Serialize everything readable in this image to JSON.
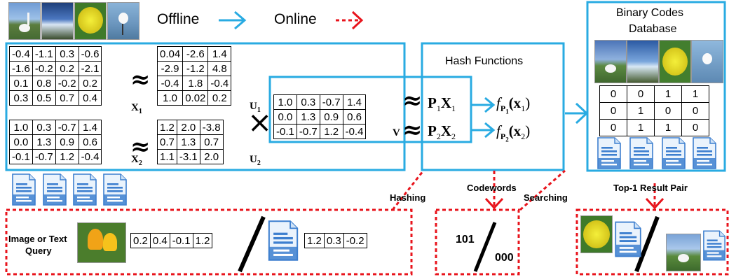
{
  "legend": {
    "offline_label": "Offline",
    "online_label": "Online"
  },
  "matrices": {
    "X1": {
      "label": "X",
      "sub": "1",
      "rows": [
        [
          "-0.4",
          "-1.1",
          "0.3",
          "-0.6"
        ],
        [
          "-1.6",
          "-0.2",
          "0.2",
          "-2.1"
        ],
        [
          "0.1",
          "0.8",
          "-0.2",
          "0.2"
        ],
        [
          "0.3",
          "0.5",
          "0.7",
          "0.4"
        ]
      ]
    },
    "X2": {
      "label": "X",
      "sub": "2",
      "rows": [
        [
          "1.0",
          "0.3",
          "-0.7",
          "1.4"
        ],
        [
          "0.0",
          "1.3",
          "0.9",
          "0.6"
        ],
        [
          "-0.1",
          "-0.7",
          "1.2",
          "-0.4"
        ]
      ]
    },
    "U1": {
      "label": "U",
      "sub": "1",
      "rows": [
        [
          "0.04",
          "-2.6",
          "1.4"
        ],
        [
          "-2.9",
          "-1.2",
          "4.8"
        ],
        [
          "-0.4",
          "1.8",
          "-0.4"
        ],
        [
          "1.0",
          "0.02",
          "0.2"
        ]
      ]
    },
    "U2": {
      "label": "U",
      "sub": "2",
      "rows": [
        [
          "1.2",
          "2.0",
          "-3.8"
        ],
        [
          "0.7",
          "1.3",
          "0.7"
        ],
        [
          "1.1",
          "-3.1",
          "2.0"
        ]
      ]
    },
    "V": {
      "label": "V",
      "rows": [
        [
          "1.0",
          "0.3",
          "-0.7",
          "1.4"
        ],
        [
          "0.0",
          "1.3",
          "0.9",
          "0.6"
        ],
        [
          "-0.1",
          "-0.7",
          "1.2",
          "-0.4"
        ]
      ]
    }
  },
  "symbols": {
    "approx": "≈",
    "times": "×"
  },
  "projections": {
    "p1x1": "P",
    "p1x1_sub": "1",
    "p1x1_x": "X",
    "p1x1_xsub": "1",
    "p2x2": "P",
    "p2x2_sub": "2",
    "p2x2_x": "X",
    "p2x2_xsub": "2"
  },
  "hash": {
    "title": "Hash Functions",
    "f1_main": "f",
    "f1_sub": "P",
    "f1_subsub": "1",
    "f1_arg": "(x",
    "f1_argsub": "1",
    "f1_close": ")",
    "f2_main": "f",
    "f2_sub": "P",
    "f2_subsub": "2",
    "f2_arg": "(x",
    "f2_argsub": "2",
    "f2_close": ")"
  },
  "database": {
    "title_line1": "Binary Codes",
    "title_line2": "Database",
    "codes": [
      [
        "0",
        "0",
        "1",
        "1"
      ],
      [
        "0",
        "1",
        "0",
        "0"
      ],
      [
        "0",
        "1",
        "1",
        "0"
      ]
    ]
  },
  "labels": {
    "hashing": "Hashing",
    "codewords": "Codewords",
    "searching": "Searching",
    "top1": "Top-1  Result Pair"
  },
  "query": {
    "label_line1": "Image or Text",
    "label_line2": "Query",
    "image_vector": [
      "0.2",
      "0.4",
      "-0.1",
      "1.2"
    ],
    "text_vector": [
      "1.2",
      "0.3",
      "-0.2"
    ]
  },
  "codewords": {
    "top": "101",
    "bottom": "000"
  },
  "colors": {
    "offline": "#29abe2",
    "online": "#e8141c",
    "doc_blue": "#3d7fcf"
  }
}
